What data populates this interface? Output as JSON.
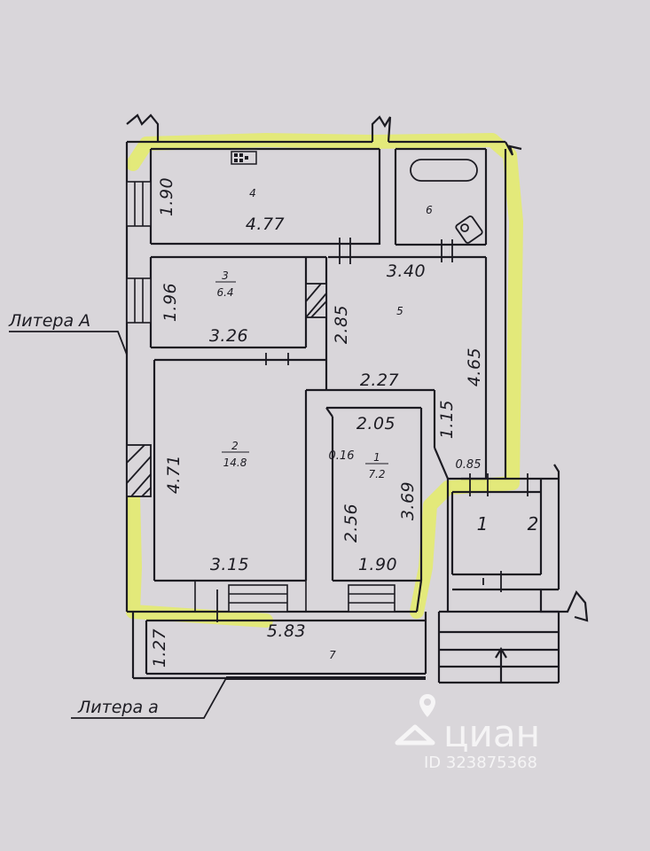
{
  "plan": {
    "literA": "Литера А",
    "literSmall": "Литера а",
    "rooms": {
      "r1": {
        "num": "1",
        "area": "7.2"
      },
      "r2": {
        "num": "2",
        "area": "14.8"
      },
      "r3": {
        "num": "3",
        "area": "6.4"
      },
      "r4": {
        "num": "4"
      },
      "r5": {
        "num": "5"
      },
      "r6": {
        "num": "6"
      },
      "r7": {
        "num": "7"
      },
      "porch1": "1",
      "porch2": "2"
    },
    "dims": {
      "d190": "1.90",
      "d477": "4.77",
      "d340": "3.40",
      "d196": "1.96",
      "d326": "3.26",
      "d285": "2.85",
      "d465": "4.65",
      "d227": "2.27",
      "d205": "2.05",
      "d115": "1.15",
      "d016": "0.16",
      "d085": "0.85",
      "d471": "4.71",
      "d256": "2.56",
      "d369": "3.69",
      "d315": "3.15",
      "d190b": "1.90",
      "d583": "5.83",
      "d127": "1.27"
    }
  },
  "watermark": {
    "brand": "циан",
    "id": "ID 323875368"
  },
  "colors": {
    "paper": "#d9d6da",
    "ink": "#1c1b22",
    "highlight": "#e7ef55"
  }
}
